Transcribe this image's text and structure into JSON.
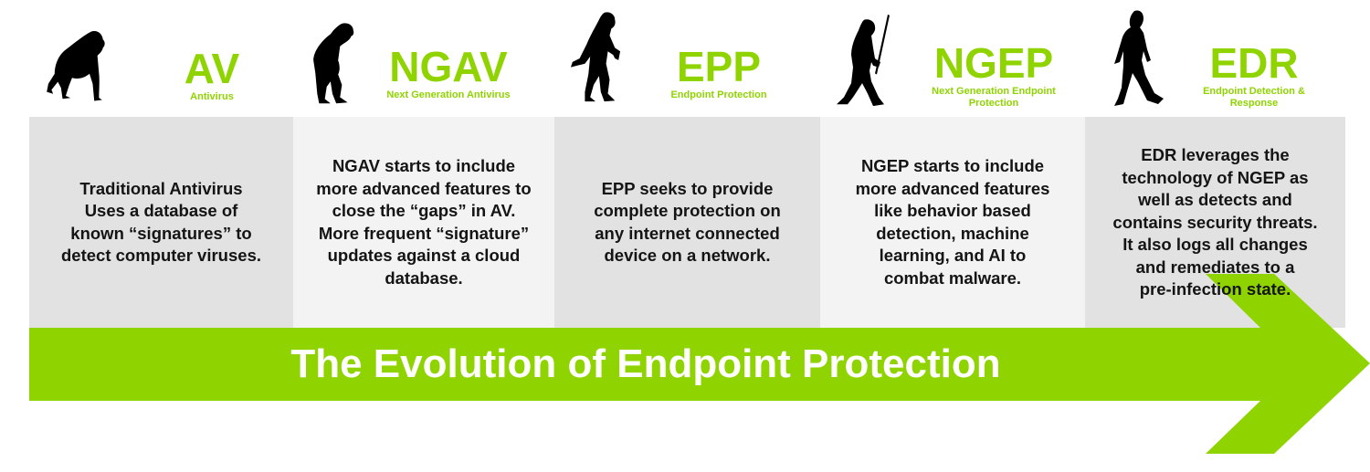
{
  "colors": {
    "accent_green": "#8fd400",
    "panel_gray": "#e2e2e2",
    "panel_light": "#f3f3f3",
    "text_dark": "#141414",
    "banner_text": "#ffffff"
  },
  "stages": [
    {
      "acronym": "AV",
      "subtitle": "Antivirus",
      "figure_icon": "chimpanzee-silhouette-icon",
      "description": "Traditional Antivirus\nUses a database of\nknown “signatures” to\ndetect computer viruses."
    },
    {
      "acronym": "NGAV",
      "subtitle": "Next Generation Antivirus",
      "figure_icon": "early-hominid-silhouette-icon",
      "description": "NGAV starts to include\nmore advanced features to\nclose the “gaps” in AV.\nMore frequent “signature”\nupdates against a cloud\ndatabase."
    },
    {
      "acronym": "EPP",
      "subtitle": "Endpoint Protection",
      "figure_icon": "hominid-with-tool-silhouette-icon",
      "description": "EPP seeks to provide\ncomplete protection on\nany internet connected\ndevice on a network."
    },
    {
      "acronym": "NGEP",
      "subtitle": "Next Generation Endpoint\nProtection",
      "figure_icon": "hominid-with-spear-silhouette-icon",
      "description": "NGEP starts to include\nmore advanced features\nlike behavior based\ndetection, machine\nlearning, and AI to\ncombat malware."
    },
    {
      "acronym": "EDR",
      "subtitle": "Endpoint Detection &\nResponse",
      "figure_icon": "modern-human-walking-silhouette-icon",
      "description": "EDR leverages the\ntechnology of NGEP as\nwell as detects and\ncontains security threats.\nIt also logs all changes\nand remediates to a\npre-infection state."
    }
  ],
  "banner": {
    "title": "The Evolution of Endpoint Protection",
    "icon": "right-arrow-icon"
  }
}
